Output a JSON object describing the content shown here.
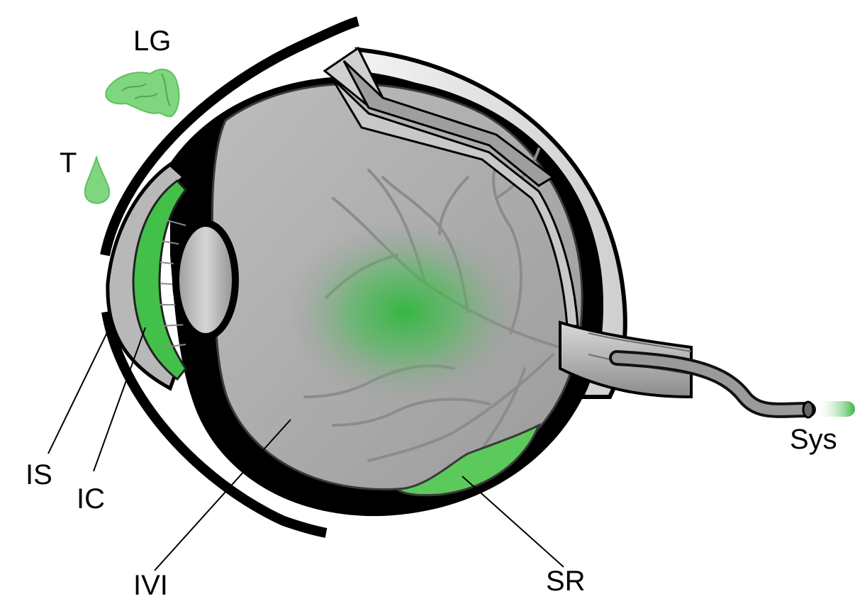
{
  "labels": {
    "lacrimal_gland": "LG",
    "tear": "T",
    "intrastromal": "IS",
    "intracameral": "IC",
    "intravitreal": "IVI",
    "subretinal": "SR",
    "systemic": "Sys"
  },
  "colors": {
    "drug_green": "#3cb846",
    "light_green": "#7fd67f",
    "tissue_gray": "#a7a7a7",
    "outline": "#000000",
    "vessel": "#8c8c8c"
  }
}
